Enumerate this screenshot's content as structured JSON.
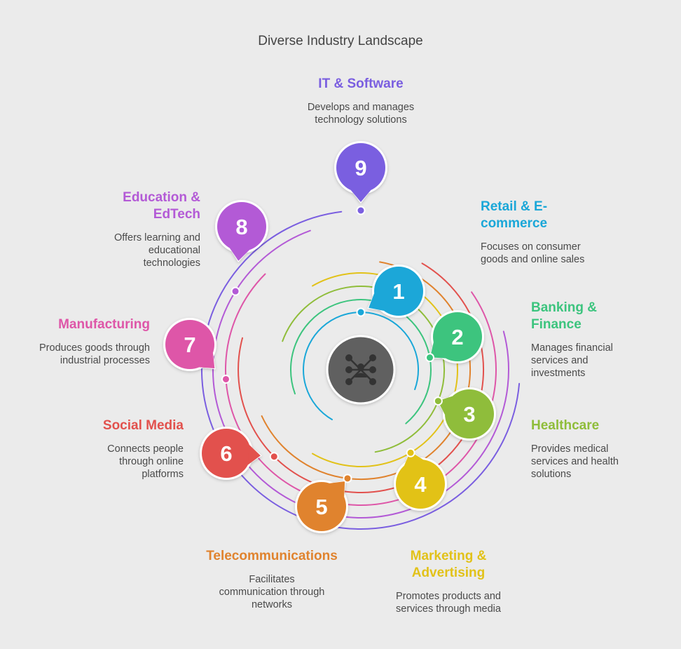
{
  "title": "Diverse Industry Landscape",
  "items": [
    {
      "number": "1",
      "heading": "Retail & E-commerce",
      "heading_lines": [
        "Retail & E-",
        "commerce"
      ],
      "description": "Focuses on consumer goods and online sales",
      "desc_lines": [
        "Focuses on consumer",
        "goods and online sales"
      ],
      "color": "#1aa7d8"
    },
    {
      "number": "2",
      "heading": "Banking & Finance",
      "heading_lines": [
        "Banking &",
        "Finance"
      ],
      "description": "Manages financial services and investments",
      "desc_lines": [
        "Manages financial",
        "services and",
        "investments"
      ],
      "color": "#3cc47e"
    },
    {
      "number": "3",
      "heading": "Healthcare",
      "heading_lines": [
        "Healthcare"
      ],
      "description": "Provides medical services and health solutions",
      "desc_lines": [
        "Provides medical",
        "services and health",
        "solutions"
      ],
      "color": "#8fbd3a"
    },
    {
      "number": "4",
      "heading": "Marketing & Advertising",
      "heading_lines": [
        "Marketing &",
        "Advertising"
      ],
      "description": "Promotes products and services through media",
      "desc_lines": [
        "Promotes products and",
        "services through media"
      ],
      "color": "#e2c219"
    },
    {
      "number": "5",
      "heading": "Telecommunications",
      "heading_lines": [
        "Telecommunications"
      ],
      "description": "Facilitates communication through networks",
      "desc_lines": [
        "Facilitates",
        "communication through",
        "networks"
      ],
      "color": "#e0832e"
    },
    {
      "number": "6",
      "heading": "Social Media",
      "heading_lines": [
        "Social Media"
      ],
      "description": "Connects people through online platforms",
      "desc_lines": [
        "Connects people",
        "through online",
        "platforms"
      ],
      "color": "#e2514d"
    },
    {
      "number": "7",
      "heading": "Manufacturing",
      "heading_lines": [
        "Manufacturing"
      ],
      "description": "Produces goods through industrial processes",
      "desc_lines": [
        "Produces goods through",
        "industrial processes"
      ],
      "color": "#de56a8"
    },
    {
      "number": "8",
      "heading": "Education & EdTech",
      "heading_lines": [
        "Education &",
        "EdTech"
      ],
      "description": "Offers learning and educational technologies",
      "desc_lines": [
        "Offers learning and",
        "educational",
        "technologies"
      ],
      "color": "#b35ad6"
    },
    {
      "number": "9",
      "heading": "IT & Software",
      "heading_lines": [
        "IT & Software"
      ],
      "description": "Develops and manages technology solutions",
      "desc_lines": [
        "Develops and manages",
        "technology solutions"
      ],
      "color": "#7a5ee0"
    }
  ],
  "center_icon": "network-hub-icon",
  "center_color": "#616161"
}
